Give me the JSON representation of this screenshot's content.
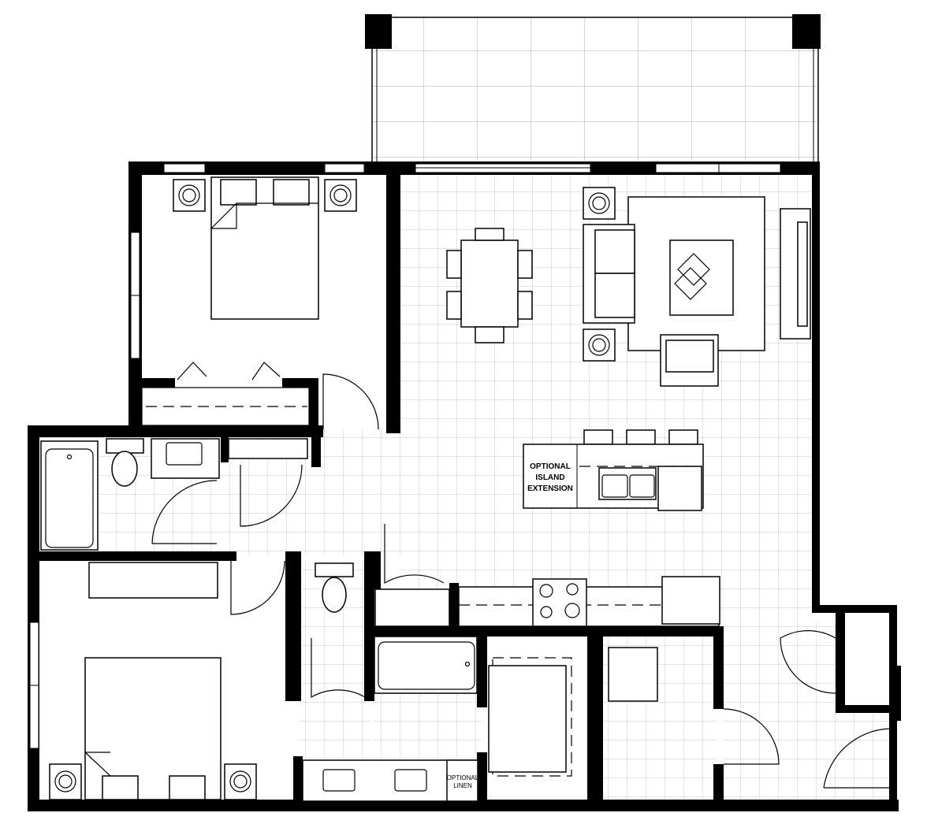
{
  "labels": {
    "island": [
      "OPTIONAL",
      "ISLAND",
      "EXTENSION"
    ],
    "linen": [
      "OPTIONAL",
      "LINEN"
    ]
  },
  "colors": {
    "wall": "#000000",
    "grid": "#c8c8c8",
    "background": "#ffffff"
  }
}
